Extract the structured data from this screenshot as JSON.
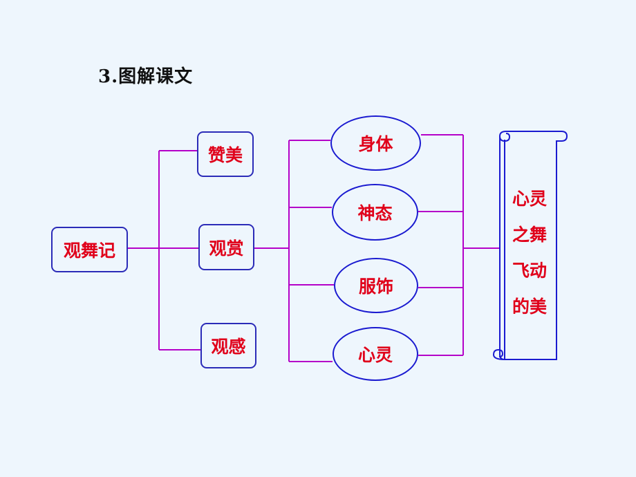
{
  "title": "3.图解课文",
  "root": "观舞记",
  "branches": [
    "赞美",
    "观赏",
    "观感"
  ],
  "aspects": [
    "身体",
    "神态",
    "服饰",
    "心灵"
  ],
  "conclusion_lines": [
    "心灵",
    "之舞",
    "飞动",
    "的美"
  ],
  "colors": {
    "background": "#eef6fd",
    "connector": "#b400c8",
    "box_border": "#2b2bb8",
    "text": "#e0001a"
  }
}
